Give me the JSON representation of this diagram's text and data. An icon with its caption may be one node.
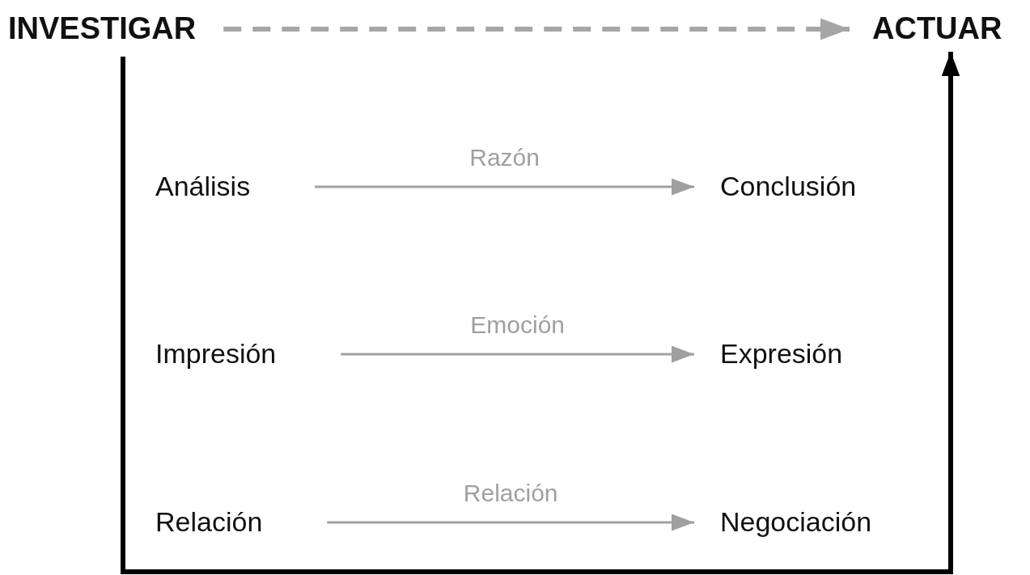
{
  "diagram": {
    "nodes": [
      {
        "text": [
          "INVESTIGAR"
        ]
      },
      {
        "text": [
          "ACTUAR"
        ]
      },
      {
        "text": [
          "Análisis"
        ]
      },
      {
        "text": [
          "Conclusión"
        ]
      },
      {
        "text": [
          "Impresión"
        ]
      },
      {
        "text": [
          "Expresión"
        ]
      },
      {
        "text": [
          "Relación"
        ]
      },
      {
        "text": [
          "Negociación"
        ]
      }
    ],
    "edges": [
      {
        "from": 0,
        "to": 1,
        "arrow": "to",
        "style": "dashed"
      },
      {
        "from": 2,
        "to": 3,
        "arrow": "to",
        "label": "Razón"
      },
      {
        "from": 4,
        "to": 5,
        "arrow": "to",
        "label": "Emoción"
      },
      {
        "from": 6,
        "to": 7,
        "arrow": "to",
        "label": "Relación"
      },
      {
        "from": 0,
        "to": 1,
        "arrow": "to",
        "style": "thick",
        "color": "#000000"
      }
    ]
  }
}
